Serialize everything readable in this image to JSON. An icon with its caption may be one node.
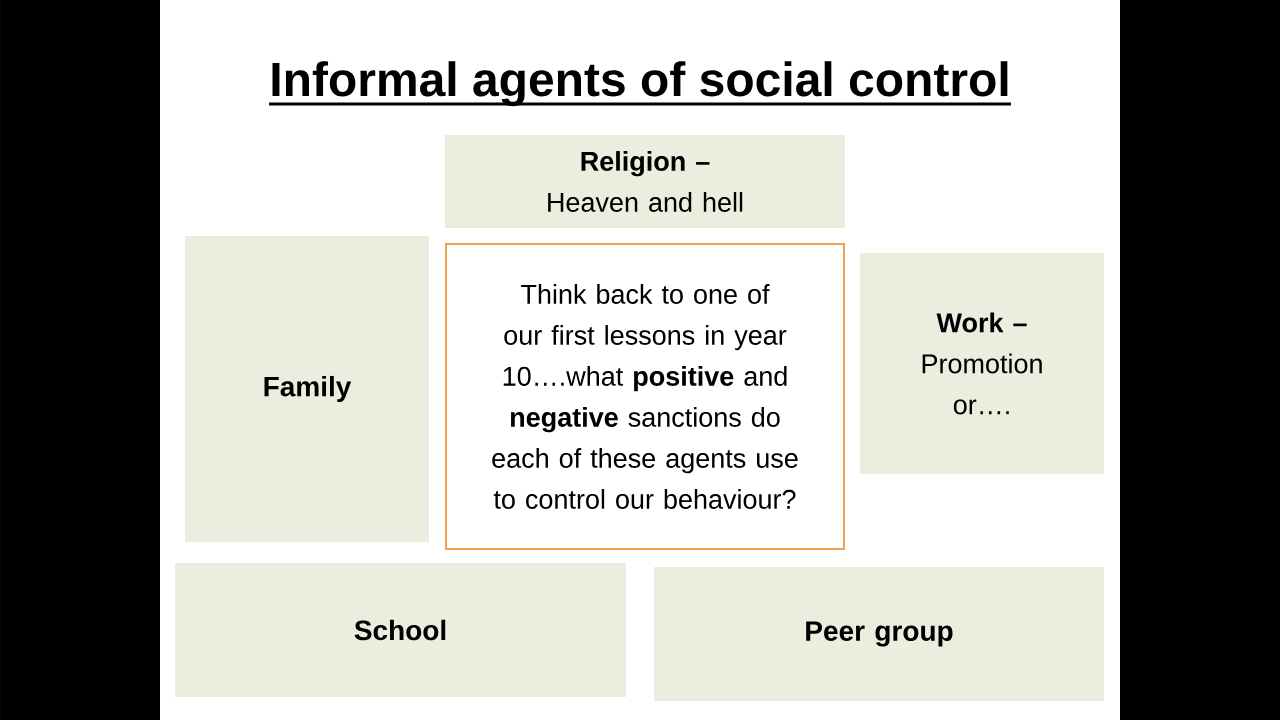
{
  "diagram": {
    "title": "Informal agents of social control",
    "nodes": [
      {
        "text": [
          "**Religion –** Heaven and hell"
        ]
      },
      {
        "text": [
          "Family"
        ]
      },
      {
        "text": [
          "Think back to one of our first lessons in year 10….what **positive** and **negative** sanctions do each of these agents use to control our behaviour?"
        ]
      },
      {
        "text": [
          "**Work –** Promotion or…."
        ]
      },
      {
        "text": [
          "School"
        ]
      },
      {
        "text": [
          "Peer group"
        ]
      }
    ]
  }
}
